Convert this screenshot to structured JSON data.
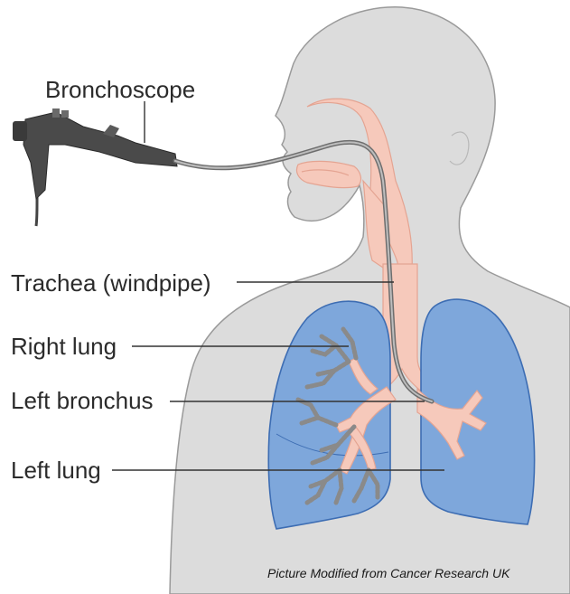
{
  "labels": {
    "bronchoscope": "Bronchoscope",
    "trachea": "Trachea (windpipe)",
    "right_lung": "Right lung",
    "left_bronchus": "Left bronchus",
    "left_lung": "Left lung"
  },
  "credit": "Picture Modified from Cancer Research UK",
  "colors": {
    "body": "#dcdcdc",
    "body_outline": "#9a9a9a",
    "lung_fill": "#7ea7db",
    "lung_outline": "#3d6db3",
    "airway": "#f6c9bb",
    "airway_outline": "#e4a492",
    "scope": "#444444",
    "leader": "#333333"
  }
}
